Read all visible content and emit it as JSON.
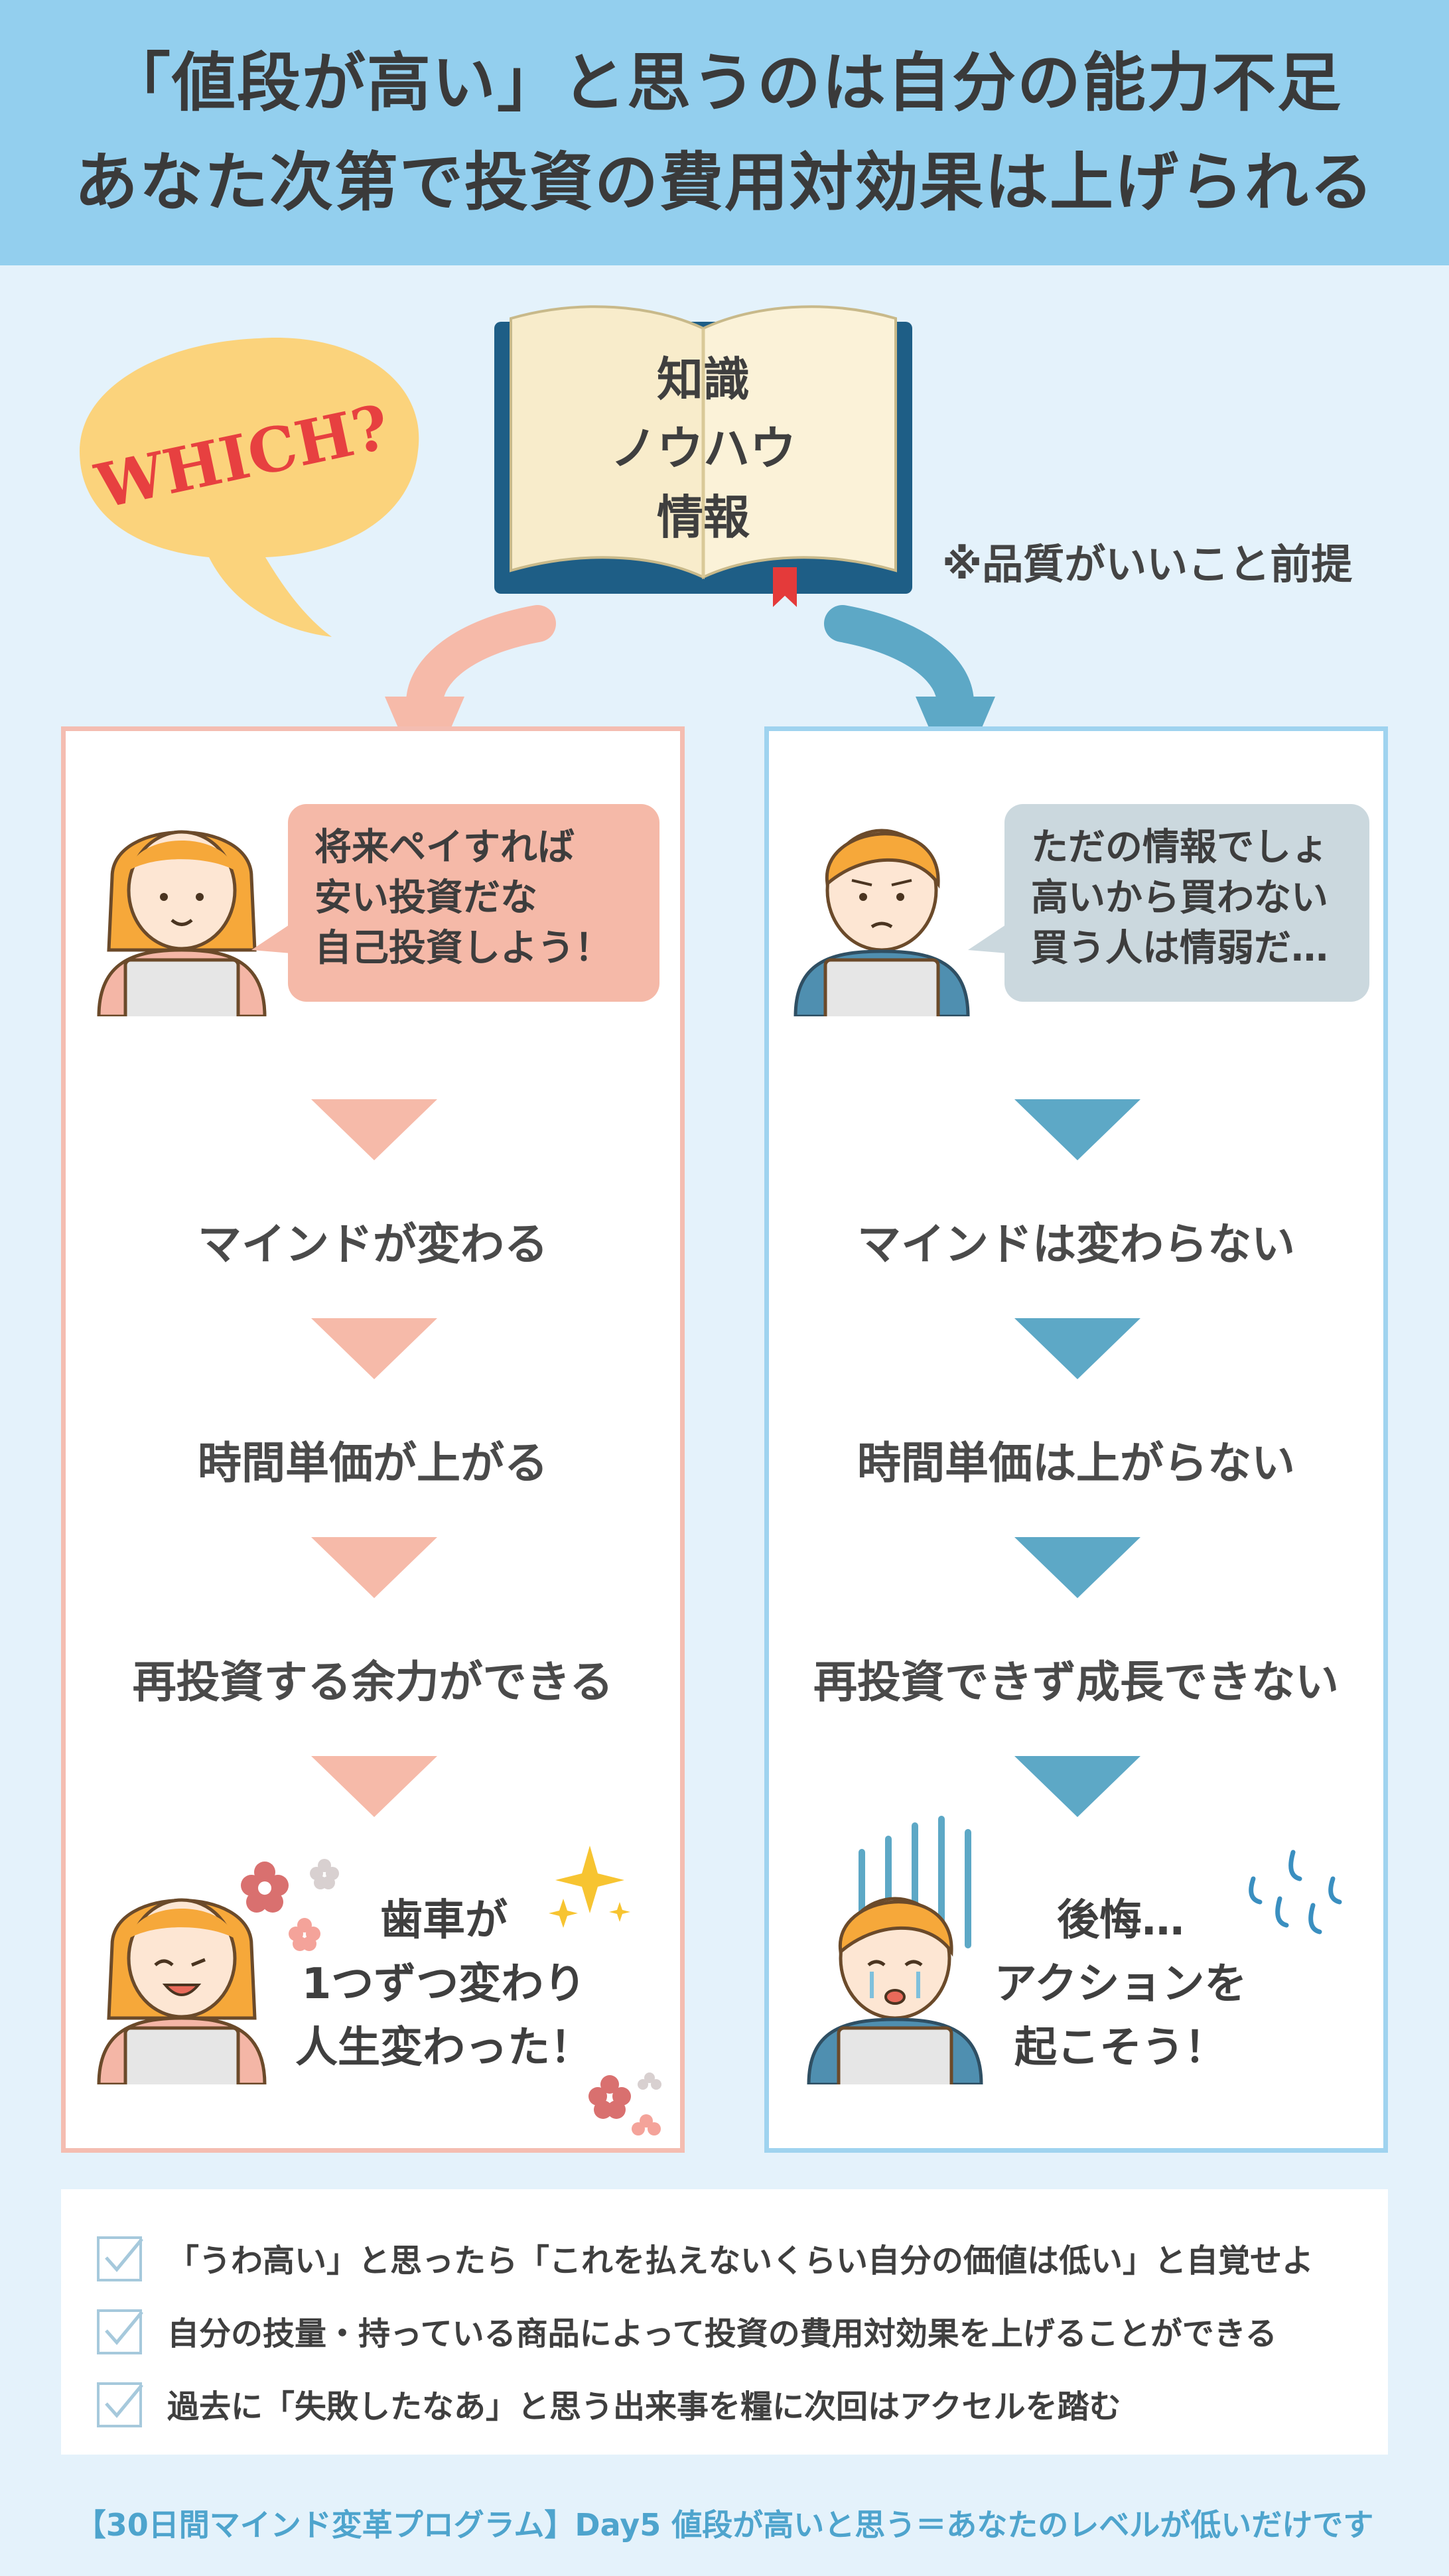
{
  "header": {
    "line1": "「値段が高い」と思うのは自分の能力不足",
    "line2": "あなた次第で投資の費用対効果は上げられる"
  },
  "book": {
    "line1": "知識",
    "line2": "ノウハウ",
    "line3": "情報",
    "premise": "※品質がいいこと前提"
  },
  "which_label": "WHICH?",
  "left": {
    "speech": [
      "将来ペイすれば",
      "安い投資だな",
      "自己投資しよう！"
    ],
    "steps": [
      "マインドが変わる",
      "時間単価が上がる",
      "再投資する余力ができる"
    ],
    "final": [
      "歯車が",
      "1つずつ変わり",
      "人生変わった！"
    ]
  },
  "right": {
    "speech": [
      "ただの情報でしょ",
      "高いから買わない",
      "買う人は情弱だ…"
    ],
    "steps": [
      "マインドは変わらない",
      "時間単価は上がらない",
      "再投資できず成長できない"
    ],
    "final": [
      "後悔…",
      "アクションを",
      "起こそう！"
    ]
  },
  "summary": [
    "「うわ高い」と思ったら「これを払えないくらい自分の価値は低い」と自覚せよ",
    "自分の技量・持っている商品によって投資の費用対効果を上げることができる",
    "過去に「失敗したなあ」と思う出来事を糧に次回はアクセルを踏む"
  ],
  "footer": "【30日間マインド変革プログラム】Day5 値段が高いと思う＝あなたのレベルが低いだけです",
  "colors": {
    "header_bg": "#93cfee",
    "page_bg": "#e4f2fb",
    "left_accent": "#f6baa9",
    "right_accent": "#5da8c6",
    "footer_text": "#4ea4cd"
  }
}
